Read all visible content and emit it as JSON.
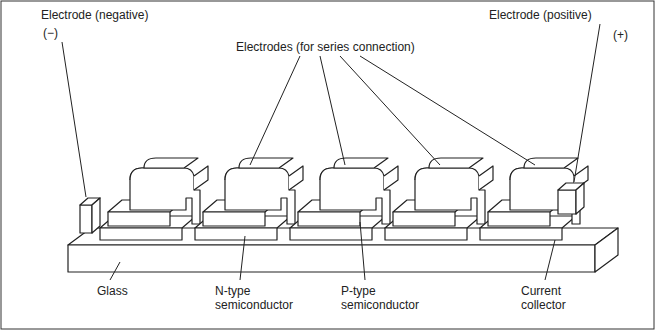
{
  "diagram": {
    "labels": [
      "Electrode (negative)",
      "(−)",
      "Electrodes (for series connection)",
      "Electrode (positive)",
      "(+)",
      "Glass",
      "N-type semiconductor",
      "P-type semiconductor",
      "Current collector"
    ]
  }
}
